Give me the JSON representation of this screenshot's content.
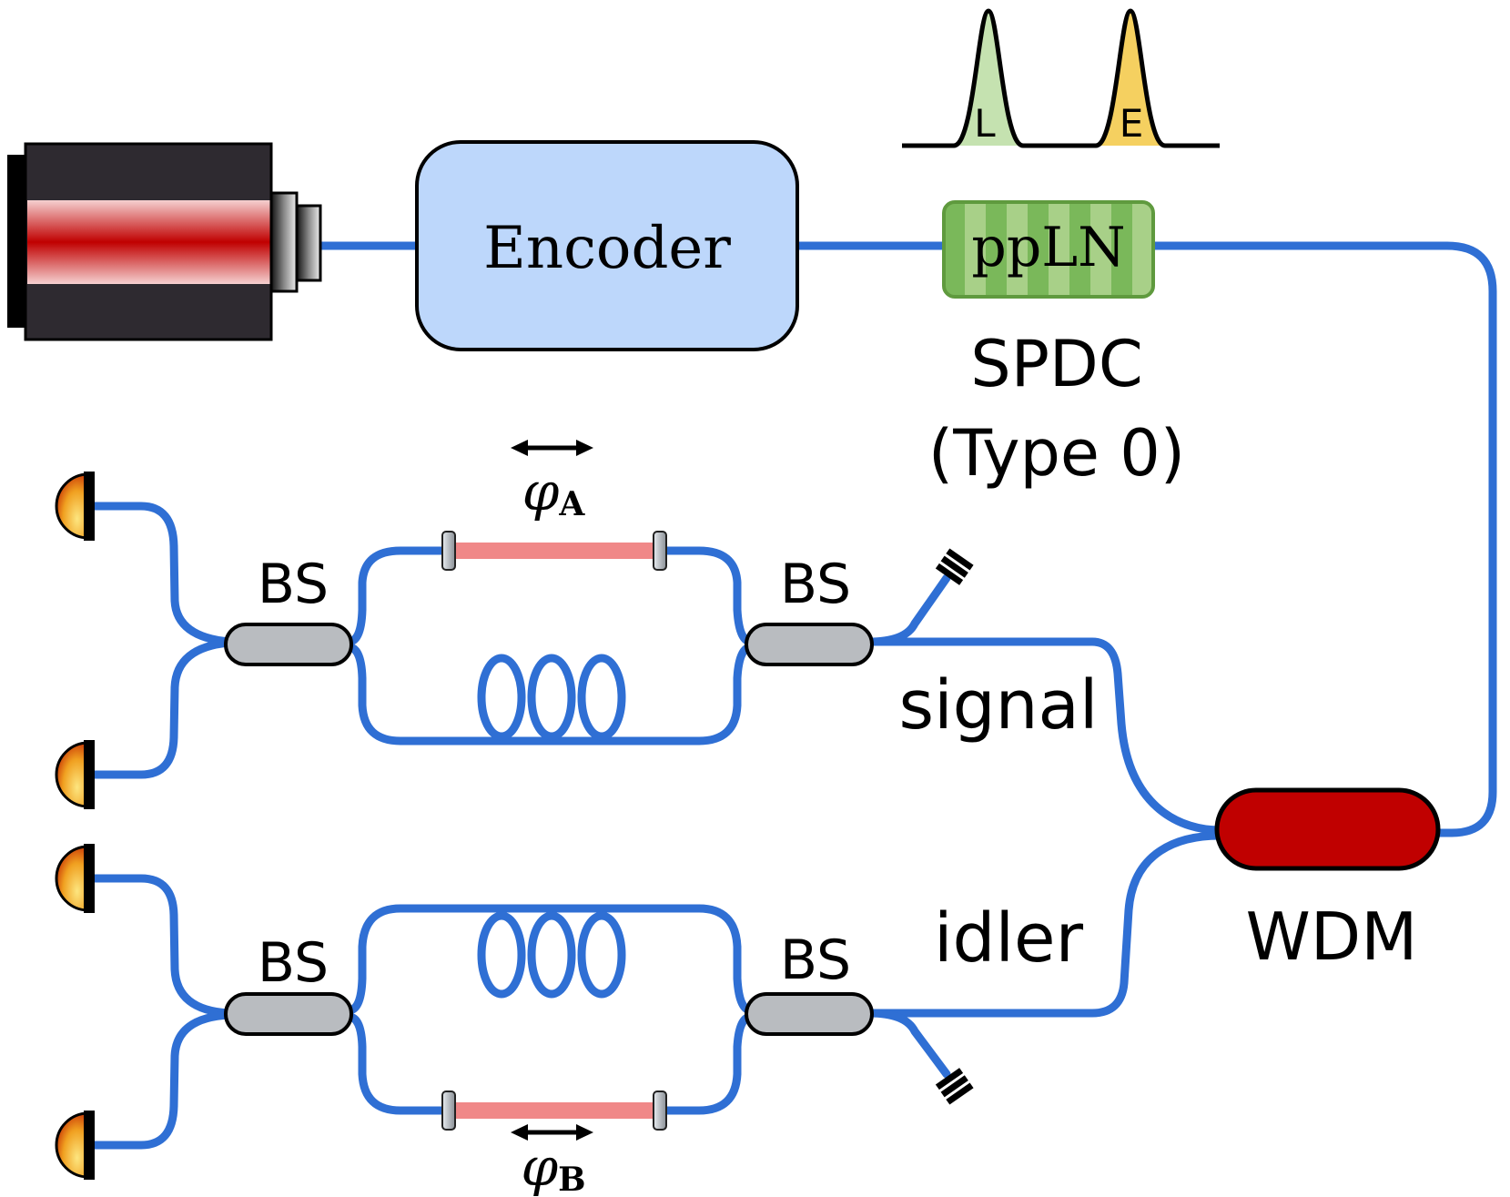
{
  "encoder": {
    "label": "Encoder"
  },
  "crystal": {
    "label": "ppLN",
    "caption_line1": "SPDC",
    "caption_line2": "(Type 0)"
  },
  "pulses": {
    "late_label": "L",
    "early_label": "E"
  },
  "wdm": {
    "label": "WDM"
  },
  "signal": {
    "label": "signal"
  },
  "idler": {
    "label": "idler"
  },
  "beamsplitters": {
    "label": "BS"
  },
  "phase_a": {
    "symbol": "φ",
    "subscript": "A"
  },
  "phase_b": {
    "symbol": "φ",
    "subscript": "B"
  },
  "colors": {
    "fiber": "#2f6fd4",
    "encoder_fill": "#bdd7fb",
    "crystal_fill": "#7ab85a",
    "wdm_fill": "#c00000",
    "bs_fill": "#b9bcc0",
    "phase_arm": "#f08888",
    "late_pulse": "#c5e2b0",
    "early_pulse": "#f5d060"
  }
}
